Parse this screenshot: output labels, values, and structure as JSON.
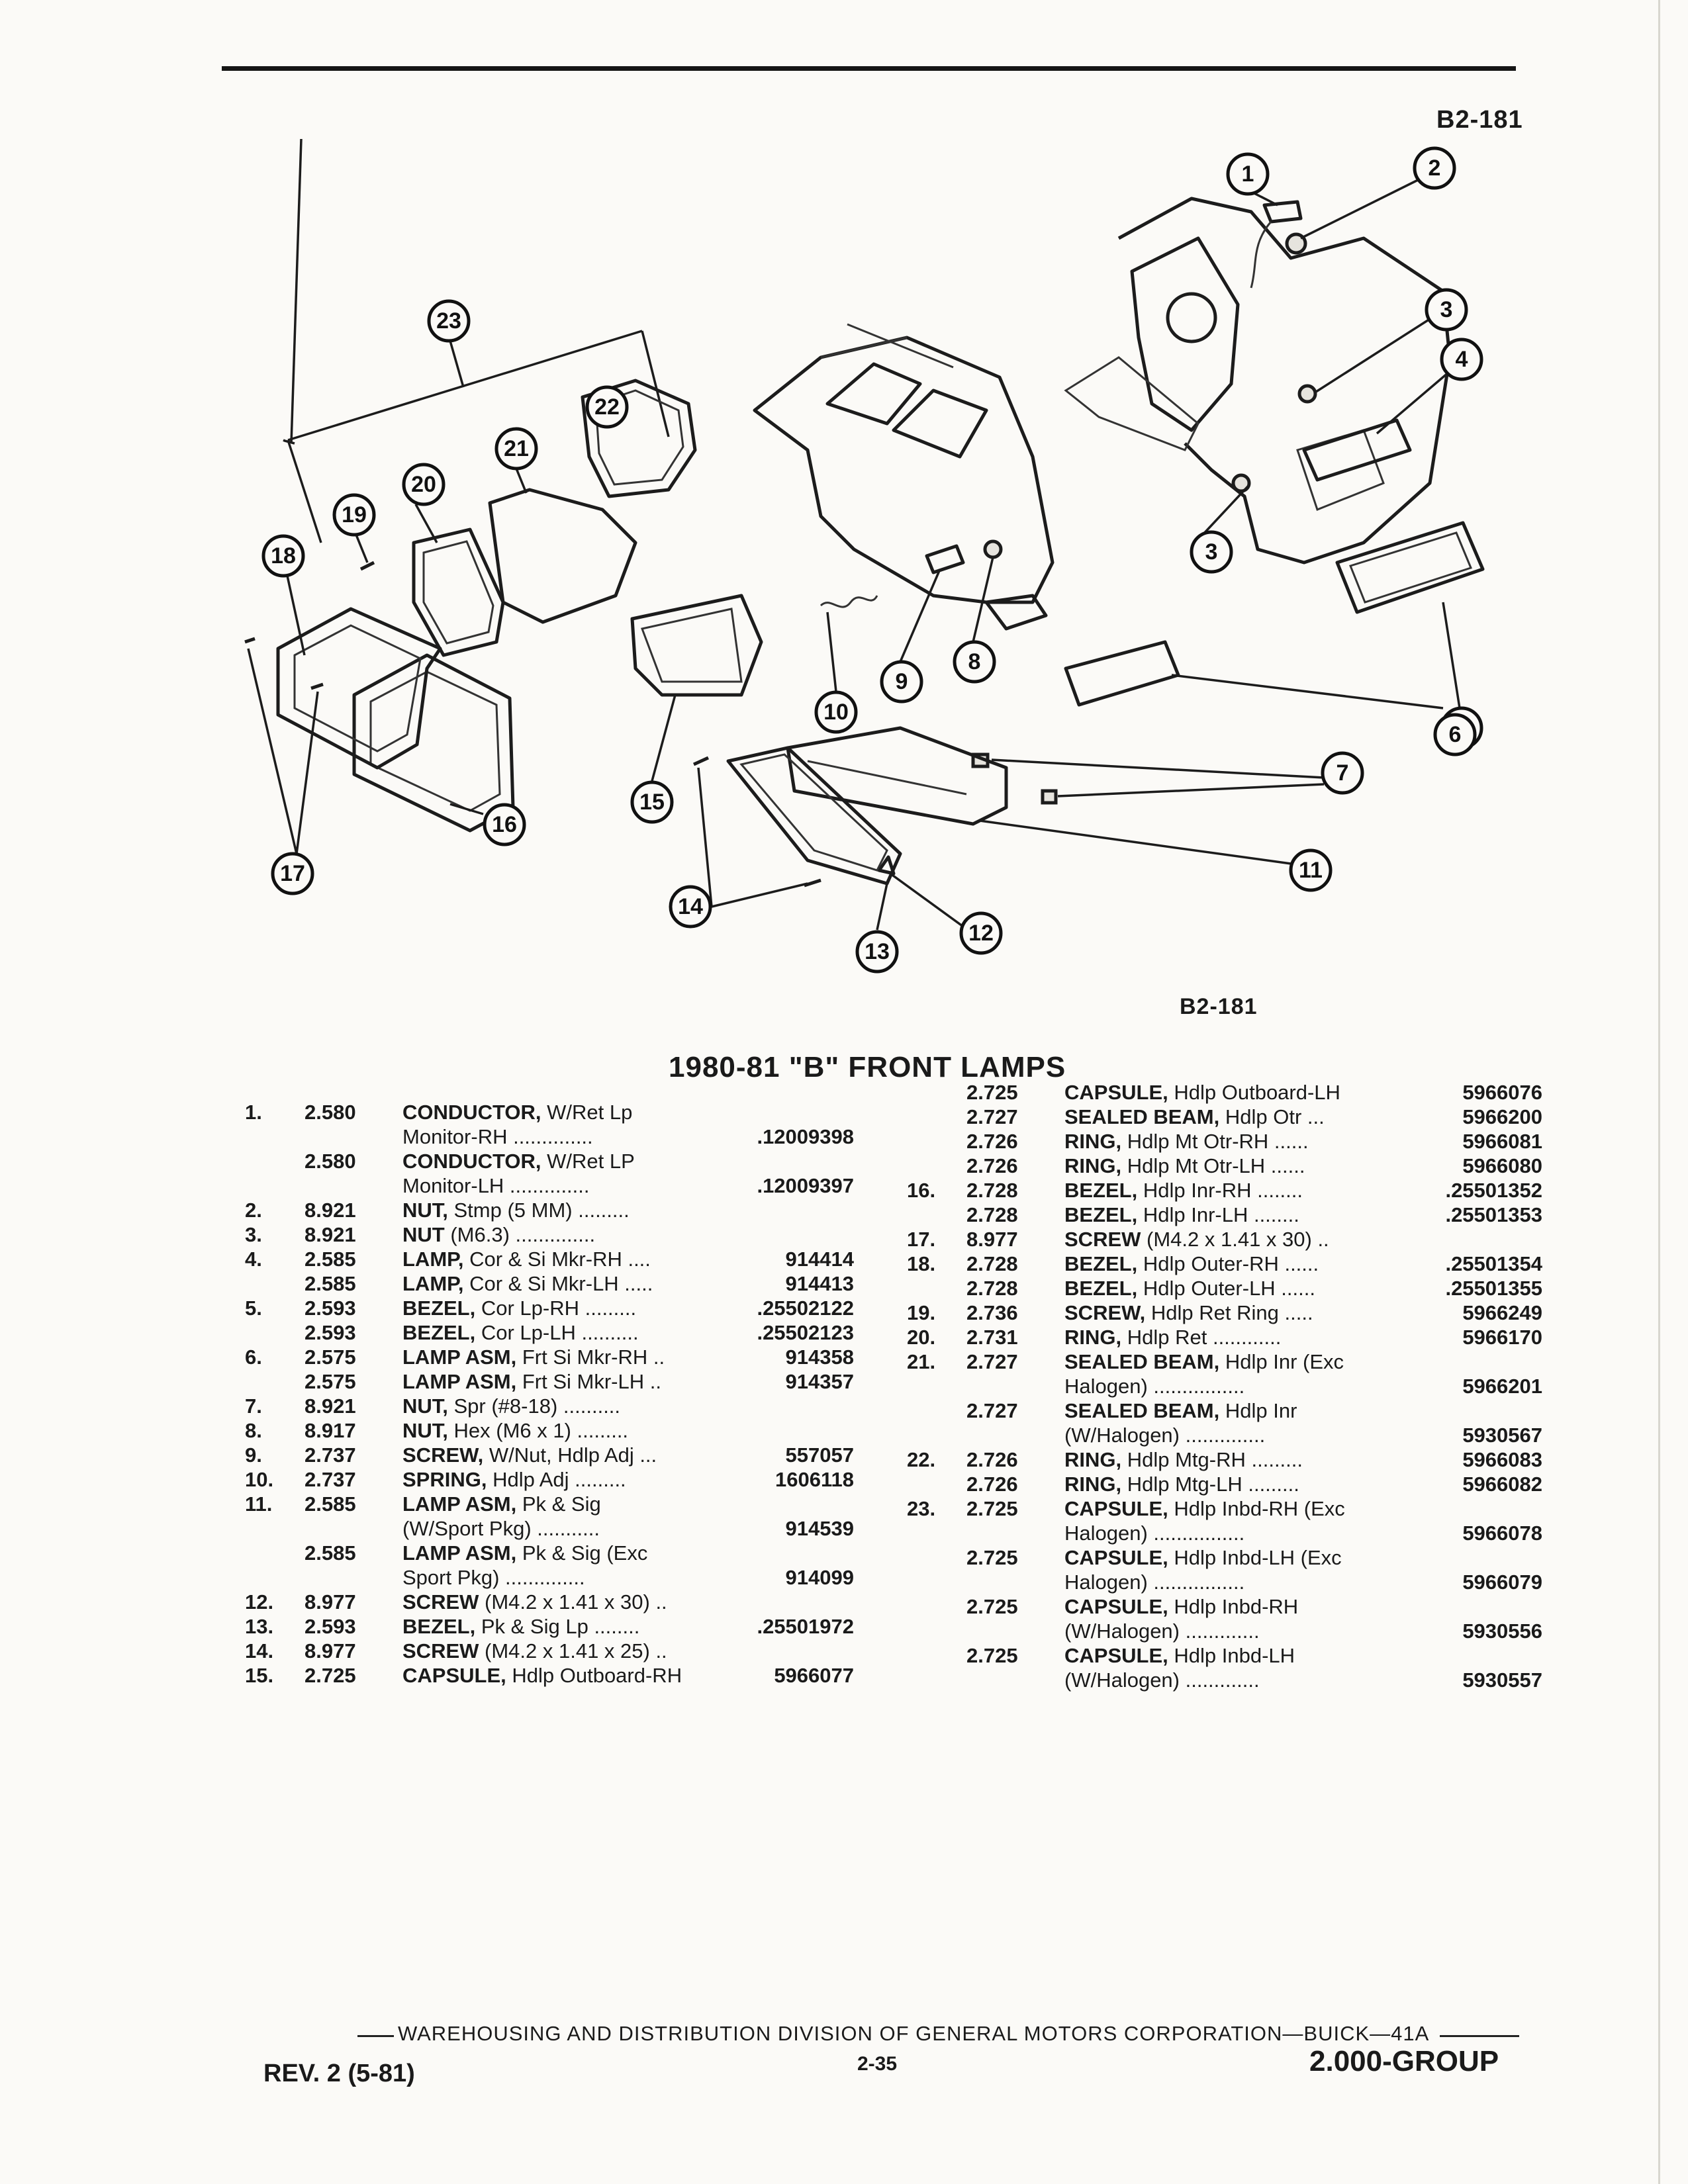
{
  "figure": {
    "id_top": "B2-181",
    "id_bottom": "B2-181"
  },
  "callouts": [
    "1",
    "2",
    "3",
    "3",
    "4",
    "5",
    "6",
    "7",
    "8",
    "9",
    "10",
    "11",
    "12",
    "13",
    "14",
    "15",
    "16",
    "17",
    "18",
    "19",
    "20",
    "21",
    "22",
    "23"
  ],
  "table": {
    "title": "1980-81 \"B\" FRONT LAMPS",
    "left": [
      {
        "idx": "1.",
        "group": "2.580",
        "name": "CONDUCTOR,",
        "desc": " W/Ret Lp\nMonitor-RH ..............",
        "pn": ".12009398"
      },
      {
        "idx": "",
        "group": "2.580",
        "name": "CONDUCTOR,",
        "desc": " W/Ret LP\nMonitor-LH ..............",
        "pn": ".12009397"
      },
      {
        "idx": "2.",
        "group": "8.921",
        "name": "NUT,",
        "desc": " Stmp (5 MM) .........",
        "pn": ""
      },
      {
        "idx": "3.",
        "group": "8.921",
        "name": "NUT",
        "desc": " (M6.3) ..............",
        "pn": ""
      },
      {
        "idx": "4.",
        "group": "2.585",
        "name": "LAMP,",
        "desc": " Cor & Si Mkr-RH ....",
        "pn": "914414"
      },
      {
        "idx": "",
        "group": "2.585",
        "name": "LAMP,",
        "desc": " Cor & Si Mkr-LH .....",
        "pn": "914413"
      },
      {
        "idx": "5.",
        "group": "2.593",
        "name": "BEZEL,",
        "desc": " Cor Lp-RH .........",
        "pn": ".25502122"
      },
      {
        "idx": "",
        "group": "2.593",
        "name": "BEZEL,",
        "desc": " Cor Lp-LH ..........",
        "pn": ".25502123"
      },
      {
        "idx": "6.",
        "group": "2.575",
        "name": "LAMP ASM,",
        "desc": " Frt Si Mkr-RH ..",
        "pn": "914358"
      },
      {
        "idx": "",
        "group": "2.575",
        "name": "LAMP ASM,",
        "desc": " Frt Si Mkr-LH ..",
        "pn": "914357"
      },
      {
        "idx": "7.",
        "group": "8.921",
        "name": "NUT,",
        "desc": " Spr (#8-18) ..........",
        "pn": ""
      },
      {
        "idx": "8.",
        "group": "8.917",
        "name": "NUT,",
        "desc": " Hex (M6 x 1) .........",
        "pn": ""
      },
      {
        "idx": "9.",
        "group": "2.737",
        "name": "SCREW,",
        "desc": " W/Nut, Hdlp Adj ...",
        "pn": "557057"
      },
      {
        "idx": "10.",
        "group": "2.737",
        "name": "SPRING,",
        "desc": " Hdlp Adj .........",
        "pn": "1606118"
      },
      {
        "idx": "11.",
        "group": "2.585",
        "name": "LAMP ASM,",
        "desc": " Pk & Sig\n(W/Sport Pkg) ...........",
        "pn": "914539"
      },
      {
        "idx": "",
        "group": "2.585",
        "name": "LAMP ASM,",
        "desc": " Pk & Sig (Exc\nSport Pkg) ..............",
        "pn": "914099"
      },
      {
        "idx": "12.",
        "group": "8.977",
        "name": "SCREW",
        "desc": " (M4.2 x 1.41 x 30) ..",
        "pn": ""
      },
      {
        "idx": "13.",
        "group": "2.593",
        "name": "BEZEL,",
        "desc": " Pk & Sig Lp ........",
        "pn": ".25501972"
      },
      {
        "idx": "14.",
        "group": "8.977",
        "name": "SCREW",
        "desc": " (M4.2 x 1.41 x 25) ..",
        "pn": ""
      },
      {
        "idx": "15.",
        "group": "2.725",
        "name": "CAPSULE,",
        "desc": " Hdlp Outboard-RH",
        "pn": "5966077"
      }
    ],
    "right": [
      {
        "idx": "",
        "group": "2.725",
        "name": "CAPSULE,",
        "desc": " Hdlp Outboard-LH",
        "pn": "5966076"
      },
      {
        "idx": "",
        "group": "2.727",
        "name": "SEALED BEAM,",
        "desc": " Hdlp Otr ...",
        "pn": "5966200"
      },
      {
        "idx": "",
        "group": "2.726",
        "name": "RING,",
        "desc": " Hdlp Mt Otr-RH ......",
        "pn": "5966081"
      },
      {
        "idx": "",
        "group": "2.726",
        "name": "RING,",
        "desc": " Hdlp Mt Otr-LH ......",
        "pn": "5966080"
      },
      {
        "idx": "16.",
        "group": "2.728",
        "name": "BEZEL,",
        "desc": " Hdlp Inr-RH ........",
        "pn": ".25501352"
      },
      {
        "idx": "",
        "group": "2.728",
        "name": "BEZEL,",
        "desc": " Hdlp Inr-LH ........",
        "pn": ".25501353"
      },
      {
        "idx": "17.",
        "group": "8.977",
        "name": "SCREW",
        "desc": " (M4.2 x 1.41 x 30) ..",
        "pn": ""
      },
      {
        "idx": "18.",
        "group": "2.728",
        "name": "BEZEL,",
        "desc": " Hdlp Outer-RH ......",
        "pn": ".25501354"
      },
      {
        "idx": "",
        "group": "2.728",
        "name": "BEZEL,",
        "desc": " Hdlp Outer-LH ......",
        "pn": ".25501355"
      },
      {
        "idx": "19.",
        "group": "2.736",
        "name": "SCREW,",
        "desc": " Hdlp Ret Ring .....",
        "pn": "5966249"
      },
      {
        "idx": "20.",
        "group": "2.731",
        "name": "RING,",
        "desc": " Hdlp Ret ............",
        "pn": "5966170"
      },
      {
        "idx": "21.",
        "group": "2.727",
        "name": "SEALED BEAM,",
        "desc": " Hdlp Inr (Exc\nHalogen) ................",
        "pn": "5966201"
      },
      {
        "idx": "",
        "group": "2.727",
        "name": "SEALED BEAM,",
        "desc": " Hdlp Inr\n(W/Halogen) ..............",
        "pn": "5930567"
      },
      {
        "idx": "22.",
        "group": "2.726",
        "name": "RING,",
        "desc": " Hdlp Mtg-RH .........",
        "pn": "5966083"
      },
      {
        "idx": "",
        "group": "2.726",
        "name": "RING,",
        "desc": " Hdlp Mtg-LH .........",
        "pn": "5966082"
      },
      {
        "idx": "23.",
        "group": "2.725",
        "name": "CAPSULE,",
        "desc": " Hdlp Inbd-RH (Exc\nHalogen) ................",
        "pn": "5966078"
      },
      {
        "idx": "",
        "group": "2.725",
        "name": "CAPSULE,",
        "desc": " Hdlp Inbd-LH (Exc\nHalogen) ................",
        "pn": "5966079"
      },
      {
        "idx": "",
        "group": "2.725",
        "name": "CAPSULE,",
        "desc": " Hdlp Inbd-RH\n(W/Halogen) .............",
        "pn": "5930556"
      },
      {
        "idx": "",
        "group": "2.725",
        "name": "CAPSULE,",
        "desc": " Hdlp Inbd-LH\n(W/Halogen) .............",
        "pn": "5930557"
      }
    ]
  },
  "footer": {
    "division": "WAREHOUSING AND DISTRIBUTION  DIVISION OF GENERAL MOTORS CORPORATION—BUICK—41A",
    "rev": "REV. 2 (5-81)",
    "page": "2-35",
    "group": "2.000-GROUP"
  }
}
